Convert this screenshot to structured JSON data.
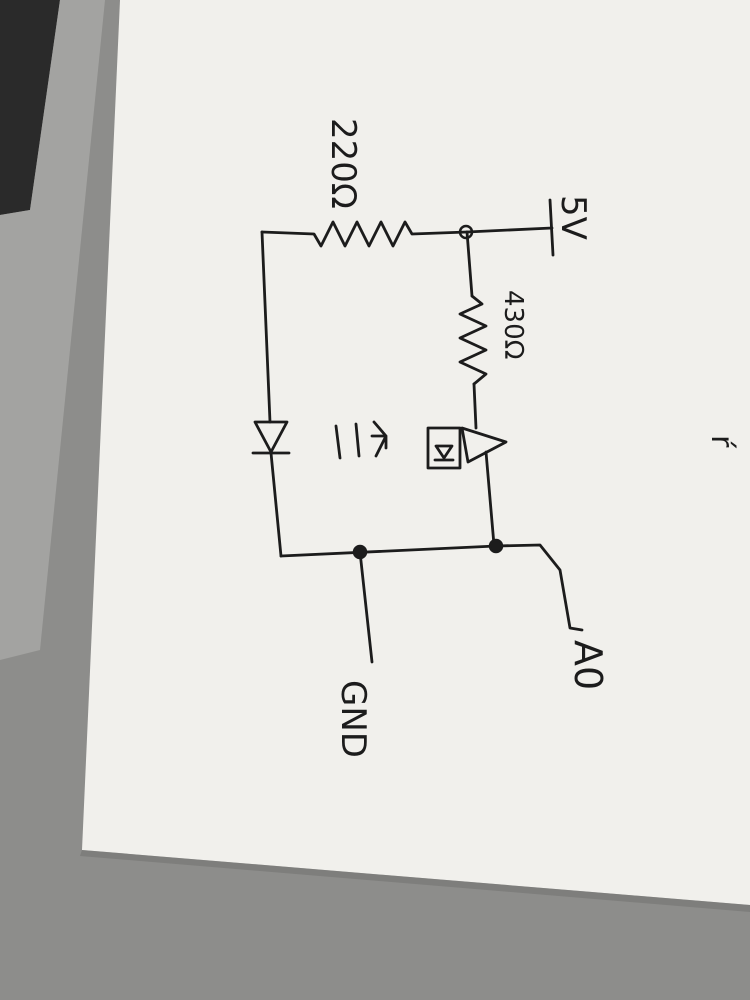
{
  "diagram": {
    "labels": {
      "supply": "5V",
      "r1": "220Ω",
      "r2": "430Ω",
      "ground": "GND",
      "output": "A0",
      "corner_mark": "ŕ"
    },
    "colors": {
      "paper": "#f1f0ec",
      "ink": "#1c1c1c",
      "desk": "#8e8e8c"
    }
  }
}
